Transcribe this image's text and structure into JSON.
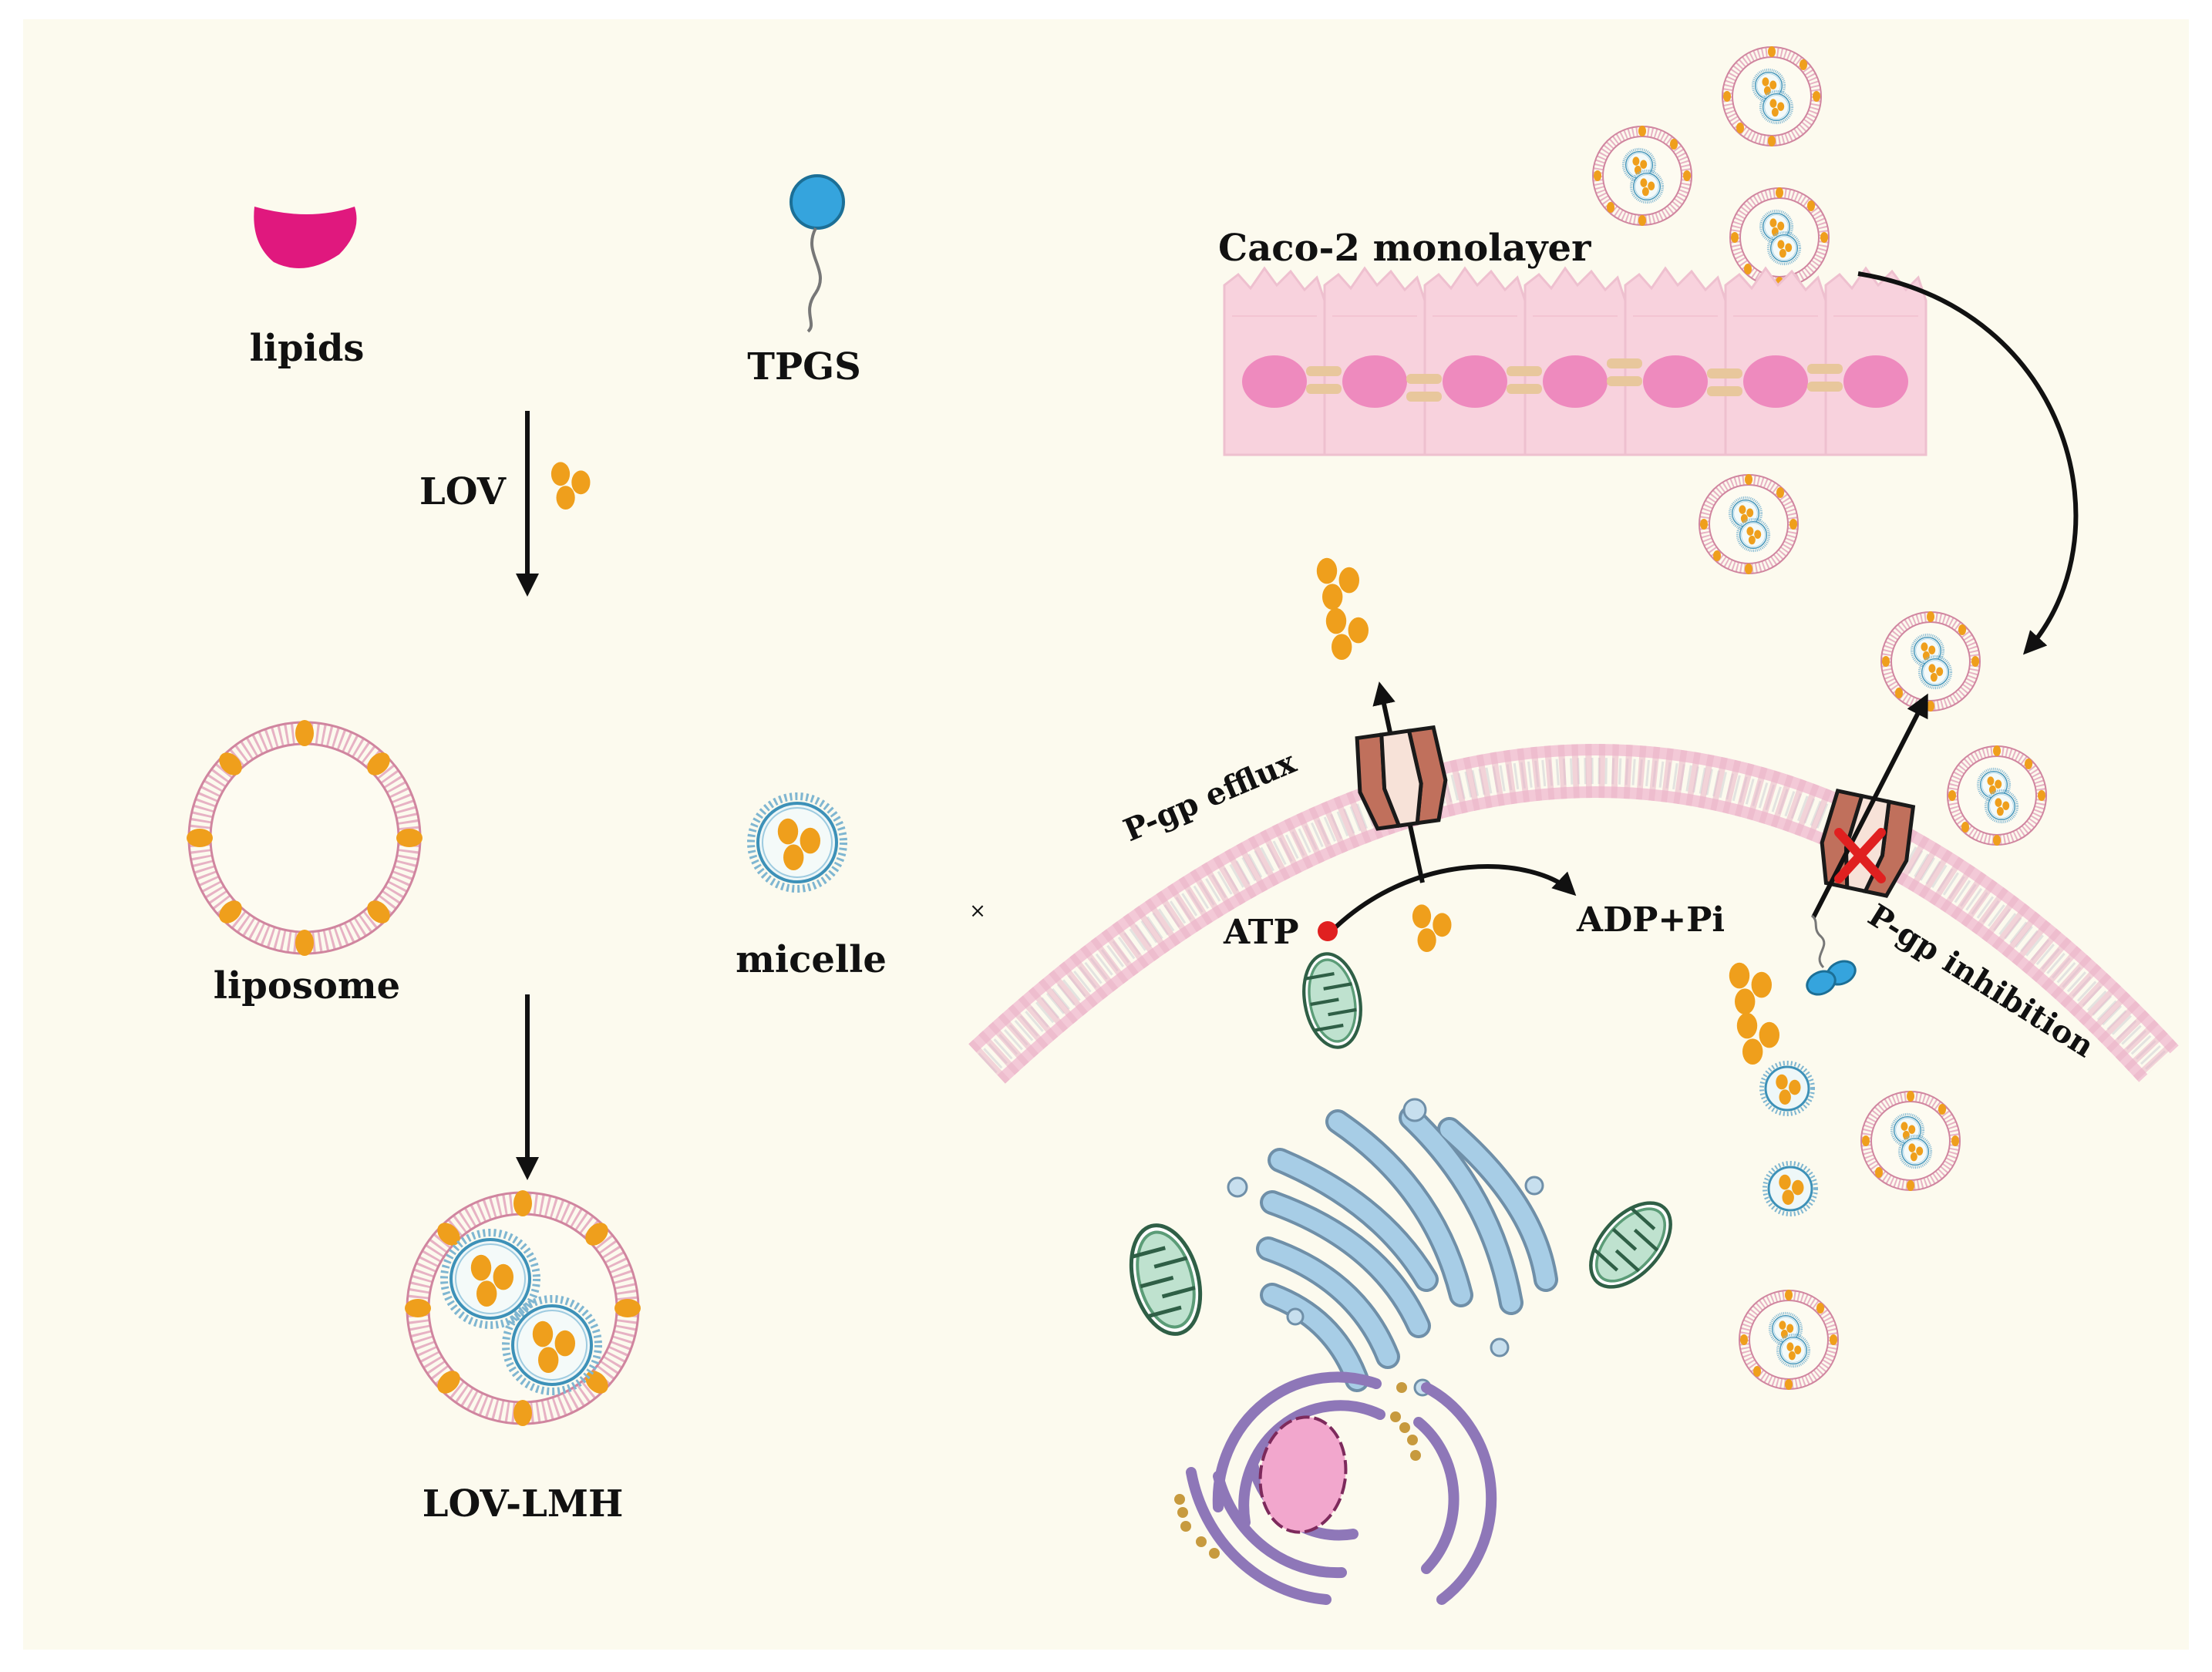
{
  "labels": {
    "lipids": "lipids",
    "tpgs": "TPGS",
    "lov": "LOV",
    "liposome": "liposome",
    "micelle": "micelle",
    "lov_lmh": "LOV-LMH",
    "caco2": "Caco-2 monolayer",
    "pgp_efflux": "P-gp efflux",
    "pgp_inhibition": "P-gp inhibition",
    "atp": "ATP",
    "adp": "ADP+Pi"
  },
  "colors": {
    "panel_background": "#fcfaee",
    "lipid": "#e0187e",
    "tpgs_head": "#35a4dd",
    "drug": "#ef9f1c",
    "liposome_membrane": "#d0859f",
    "micelle_membrane": "#3d91b8",
    "cell": "#f8d2dd",
    "nucleus": "#ee8abe",
    "pgp": "#c0705c",
    "golgi": "#a7cde6",
    "er": "#8e77b8",
    "mitochondrion": "#5b9c77",
    "inhibition_mark": "#e02020"
  },
  "icons": [
    "lipid-icon",
    "tpgs-icon",
    "drug-icon",
    "liposome-icon",
    "micelle-icon",
    "lmh-icon",
    "pgp-transporter-icon",
    "mitochondrion-icon",
    "golgi-icon",
    "nucleus-icon",
    "er-icon"
  ]
}
